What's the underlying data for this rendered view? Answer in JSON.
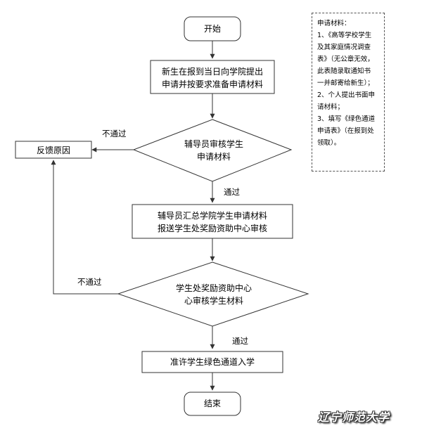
{
  "nodes": {
    "start": "开始",
    "apply": [
      "新生在报到当日向学院提出",
      "申请并按要求准备申请材料"
    ],
    "counselor_review": [
      "辅导员审核学生",
      "申请材料"
    ],
    "feedback": "反馈原因",
    "summarize": [
      "辅导员汇总学院学生申请材料",
      "报送学生处奖励资助中心审核"
    ],
    "center_review": [
      "学生处奖励资助中心",
      "心审核学生材料"
    ],
    "approve": "准许学生绿色通道入学",
    "end": "结束"
  },
  "edges": {
    "reject_1": "不通过",
    "pass_1": "通过",
    "reject_2": "不通过",
    "pass_2": "通过"
  },
  "note": {
    "title": "申请材料：",
    "lines": [
      "1、《高等学校学生",
      "及其家庭情况调查",
      "表》（无公章无效，",
      "此表随录取通知书",
      "一并邮寄给新生）；",
      "2、个人提出书面申",
      "请材料；",
      "3、填写《绿色通道",
      "申请表》（在报到处",
      "领取）。"
    ]
  },
  "watermark": "辽宁师范大学"
}
